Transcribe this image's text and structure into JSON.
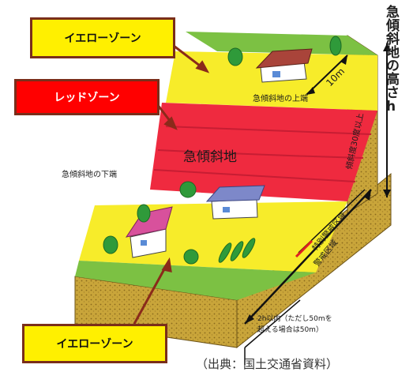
{
  "zones": {
    "yellow_top": "イエローゾーン",
    "red": "レッドゾーン",
    "yellow_bottom": "イエローゾーン"
  },
  "labels": {
    "slope_center": "急傾斜地",
    "slope_top": "急傾斜地の上端",
    "slope_bottom": "急傾斜地の下端",
    "ten_m": "10m",
    "gradient": "傾斜度30度以上",
    "special_zone": "特別警戒区域",
    "warning_zone": "警戒区域",
    "within_2h_line1": "2h以内（ただし50mを",
    "within_2h_line2": "超える場合は50m）"
  },
  "vertical_title": "急傾斜地の高さh",
  "source": "（出典：国土交通省資料）",
  "colors": {
    "yellow_zone": "#fff000",
    "red_zone": "#ff0000",
    "box_border": "#7a2e1a",
    "grass": "#7cc143",
    "soil": "#c9a53a",
    "yellow_surface": "#f7ec2a",
    "red_surface": "#ef2a3f"
  }
}
